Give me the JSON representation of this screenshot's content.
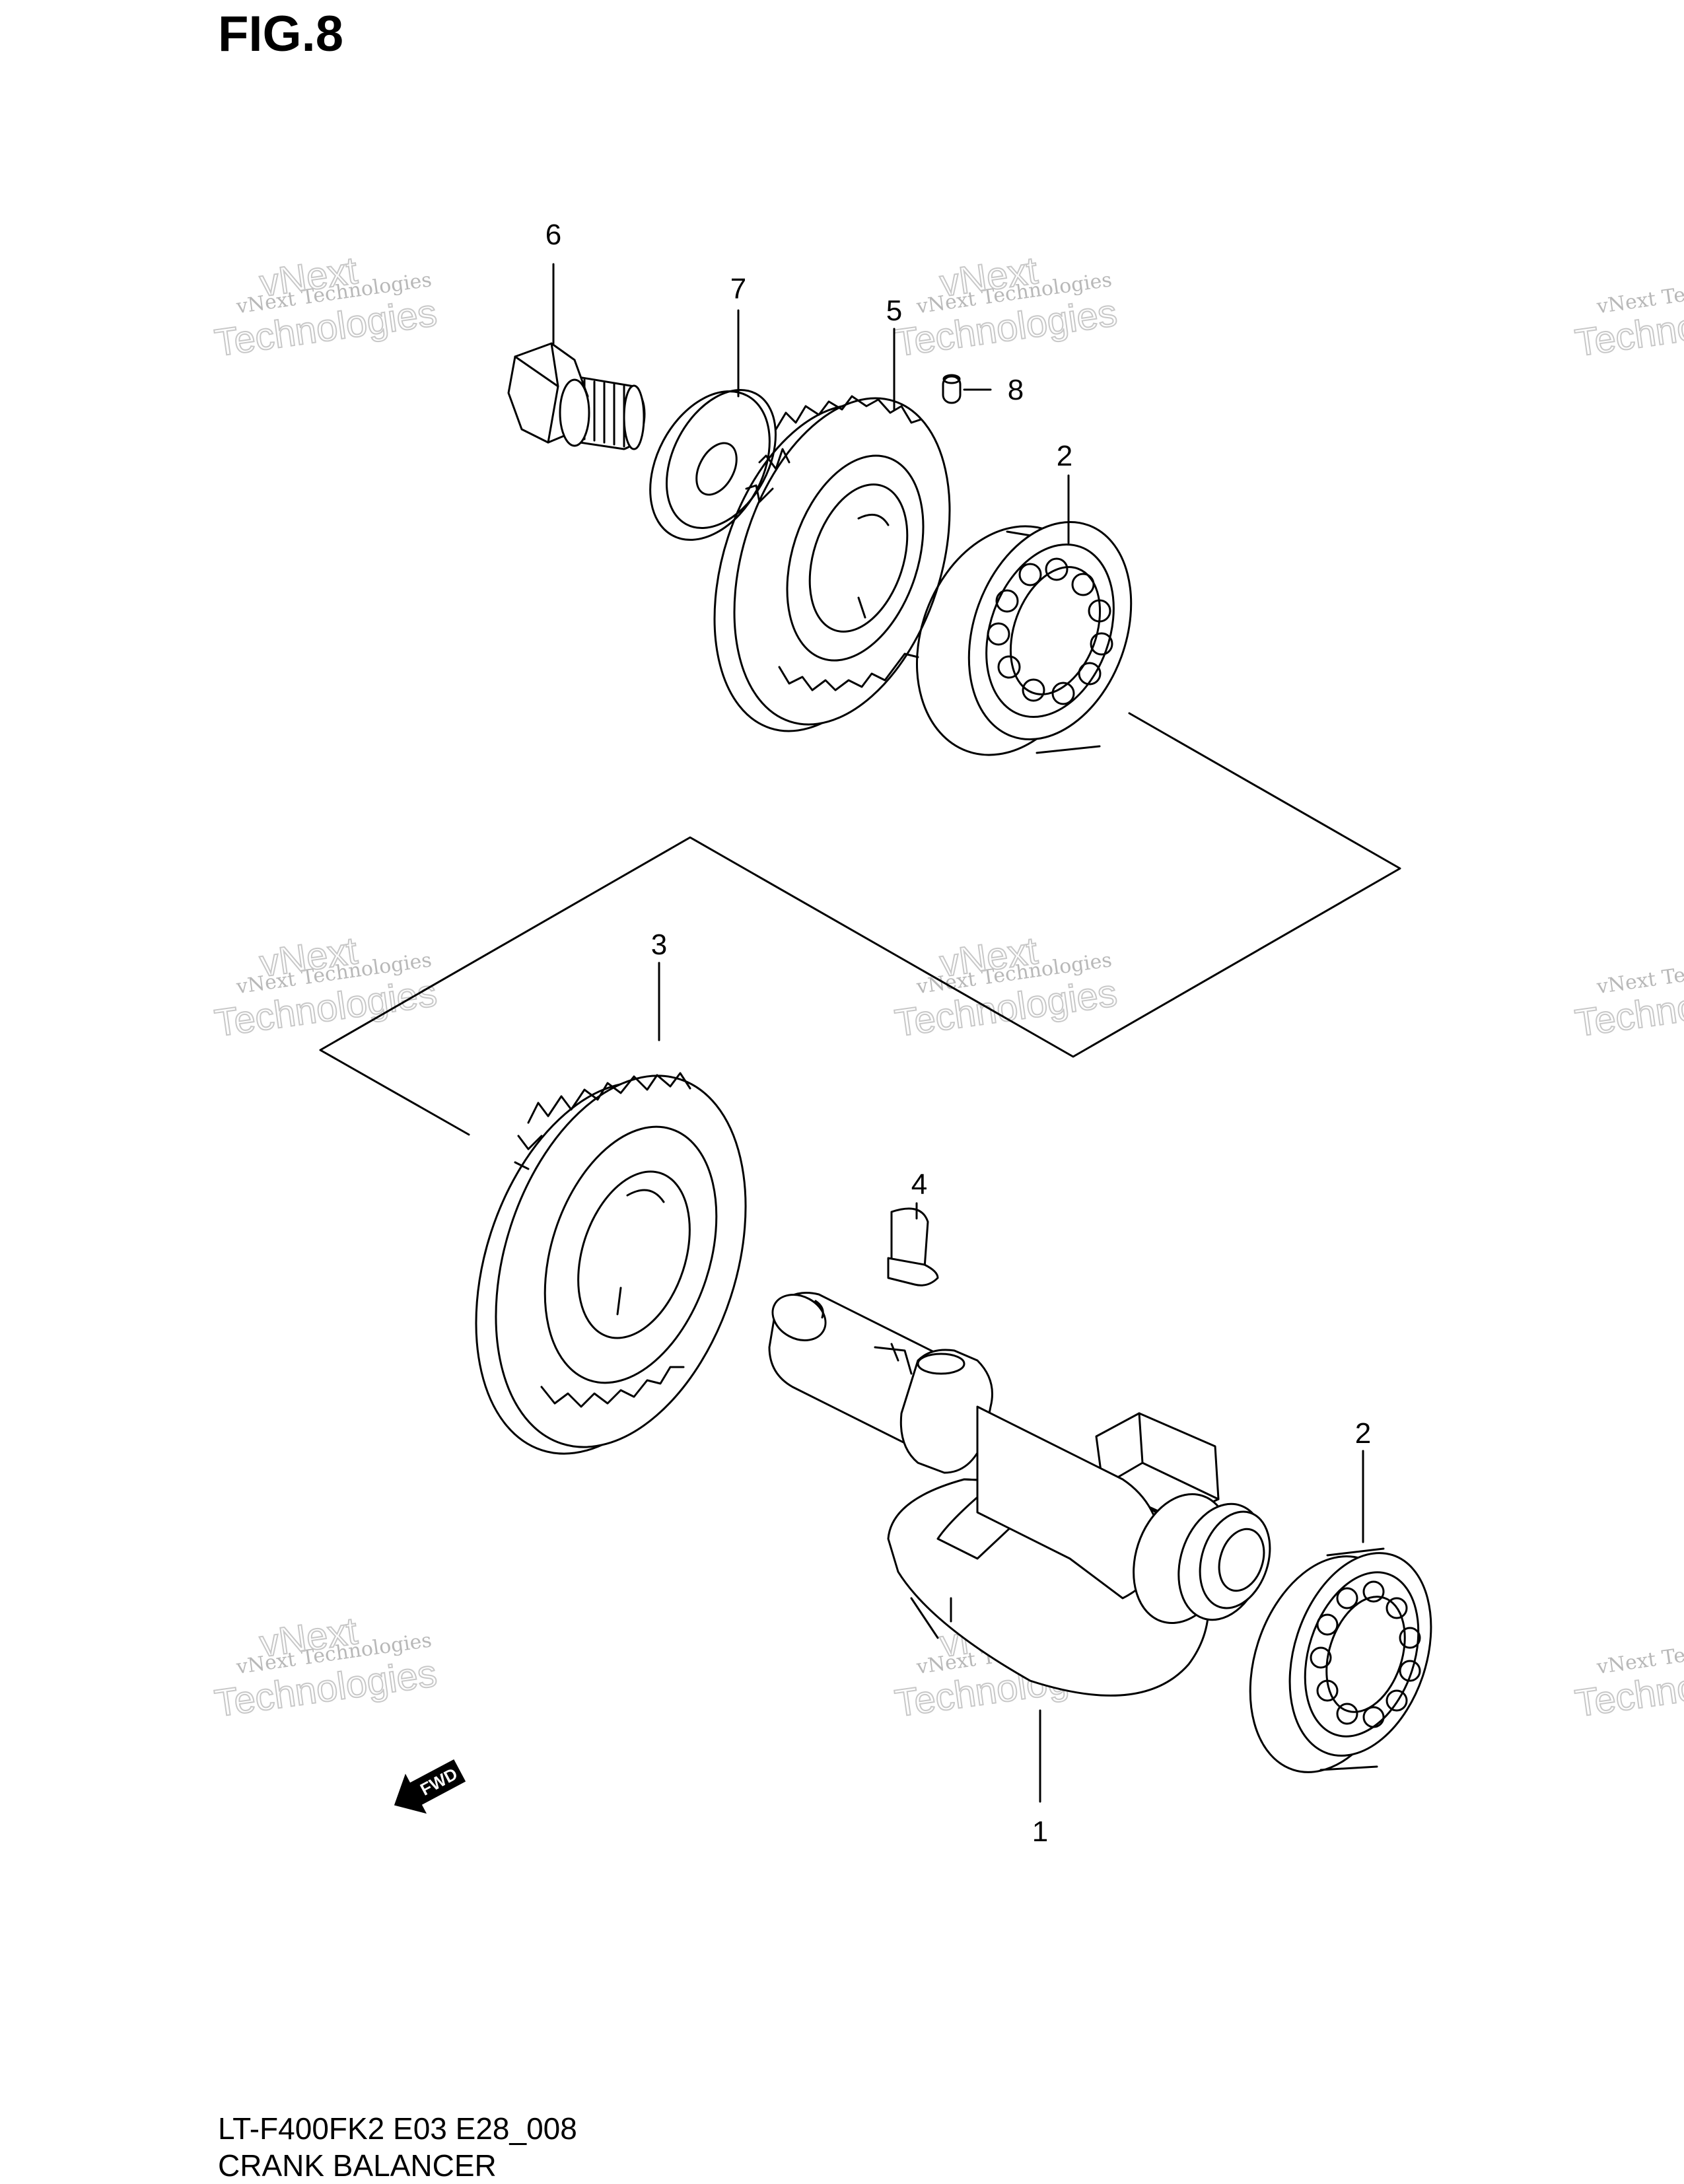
{
  "figure": {
    "title": "FIG.8"
  },
  "footer": {
    "model_code": "LT-F400FK2 E03 E28_008",
    "caption": "CRANK BALANCER"
  },
  "callouts": [
    {
      "id": "callout-6",
      "label": "6"
    },
    {
      "id": "callout-7",
      "label": "7"
    },
    {
      "id": "callout-5",
      "label": "5"
    },
    {
      "id": "callout-8",
      "label": "8"
    },
    {
      "id": "callout-2-top",
      "label": "2"
    },
    {
      "id": "callout-3",
      "label": "3"
    },
    {
      "id": "callout-4",
      "label": "4"
    },
    {
      "id": "callout-2-bottom",
      "label": "2"
    },
    {
      "id": "callout-1",
      "label": "1"
    }
  ],
  "fwd_arrow": {
    "label": "FWD"
  },
  "watermark": {
    "line1": "vNext Technologies",
    "line2": "vNext",
    "line3": "Technologies"
  }
}
